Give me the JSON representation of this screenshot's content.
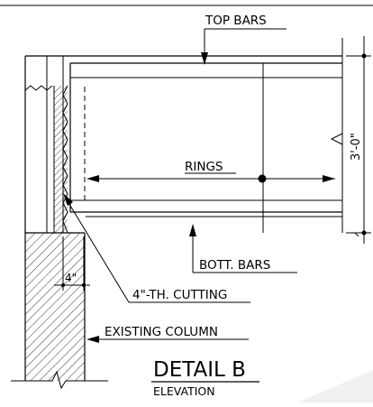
{
  "labels": {
    "top_bars": "TOP BARS",
    "rings": "RINGS",
    "bott_bars": "BOTT. BARS",
    "cutting": "4\"-TH. CUTTING",
    "existing_column": "EXISTING COLUMN",
    "dim_height": "3'-0\"",
    "dim_cut": "4\""
  },
  "title": {
    "main": "DETAIL B",
    "sub": "ELEVATION"
  }
}
